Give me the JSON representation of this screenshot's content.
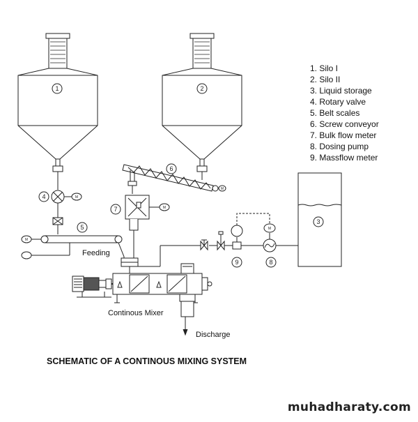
{
  "legend": [
    "1. Silo I",
    "2. Silo II",
    "3. Liquid storage",
    "4. Rotary valve",
    "5. Belt scales",
    "6. Screw conveyor",
    "7. Bulk flow meter",
    "8. Dosing pump",
    "9. Massflow meter"
  ],
  "labels": {
    "feeding": "Feeding",
    "mixer": "Continous Mixer",
    "discharge": "Discharge"
  },
  "markers": [
    "1",
    "2",
    "3",
    "4",
    "5",
    "6",
    "7",
    "8",
    "9"
  ],
  "motor_tag": "M",
  "title": "SCHEMATIC OF A CONTINOUS MIXING SYSTEM",
  "watermark": "muhadharaty.com"
}
